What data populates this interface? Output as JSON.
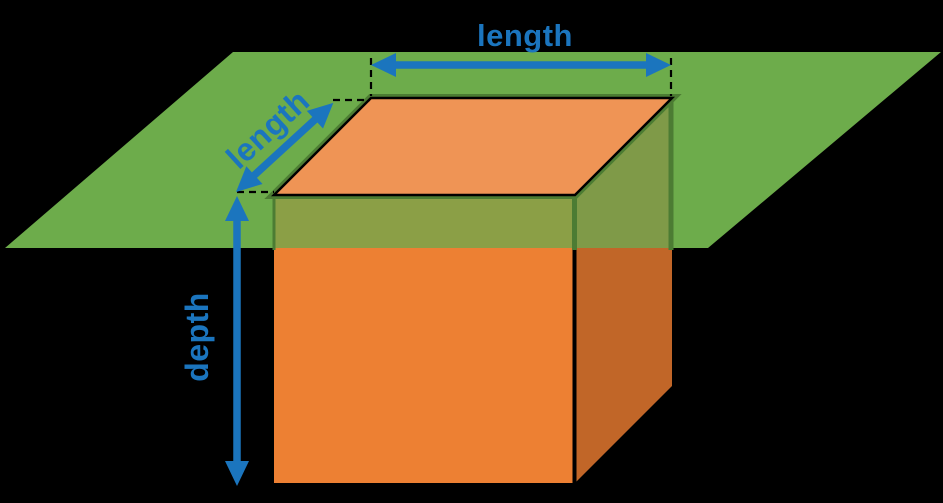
{
  "diagram": {
    "labels": {
      "length_top": "length",
      "length_side": "length",
      "depth": "depth"
    },
    "colors": {
      "background": "#000000",
      "ground": "#6DAC4B",
      "ground_edge_dark": "#4C7C33",
      "box_top_face": "#EF9455",
      "box_front_face": "#ED8033",
      "box_side_face": "#C16628",
      "box_front_through_ground": "#8B9F46",
      "box_side_through_ground": "#7F9A48",
      "outline_black": "#000000",
      "dimension_blue": "#1B75BE"
    }
  }
}
